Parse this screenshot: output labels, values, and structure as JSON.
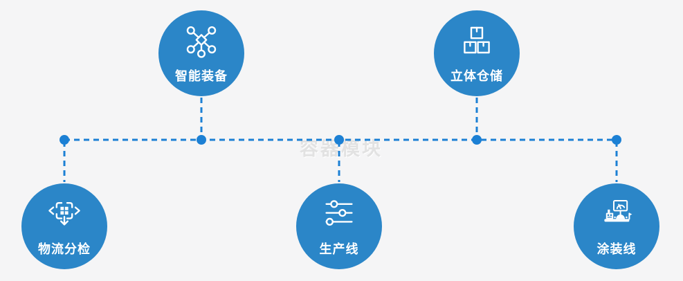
{
  "watermark": "容器模块",
  "colors": {
    "background": "#f5f5f6",
    "circle": "#2b86c8",
    "line": "#1c80d4",
    "label": "#ffffff",
    "watermark": "#e2e2e2"
  },
  "nodes": [
    {
      "label": "智能装备",
      "icon": "network-nodes-icon",
      "position": "top-left"
    },
    {
      "label": "立体仓储",
      "icon": "stacked-boxes-icon",
      "position": "top-right"
    },
    {
      "label": "物流分检",
      "icon": "sorting-arrows-icon",
      "position": "bottom-left"
    },
    {
      "label": "生产线",
      "icon": "sliders-icon",
      "position": "bottom-center"
    },
    {
      "label": "涂装线",
      "icon": "control-station-icon",
      "position": "bottom-right"
    }
  ],
  "connections": {
    "description": "horizontal dashed bus at y=202 linking five junction dots; vertical dashed stubs to each circle",
    "junction_count": 5
  }
}
